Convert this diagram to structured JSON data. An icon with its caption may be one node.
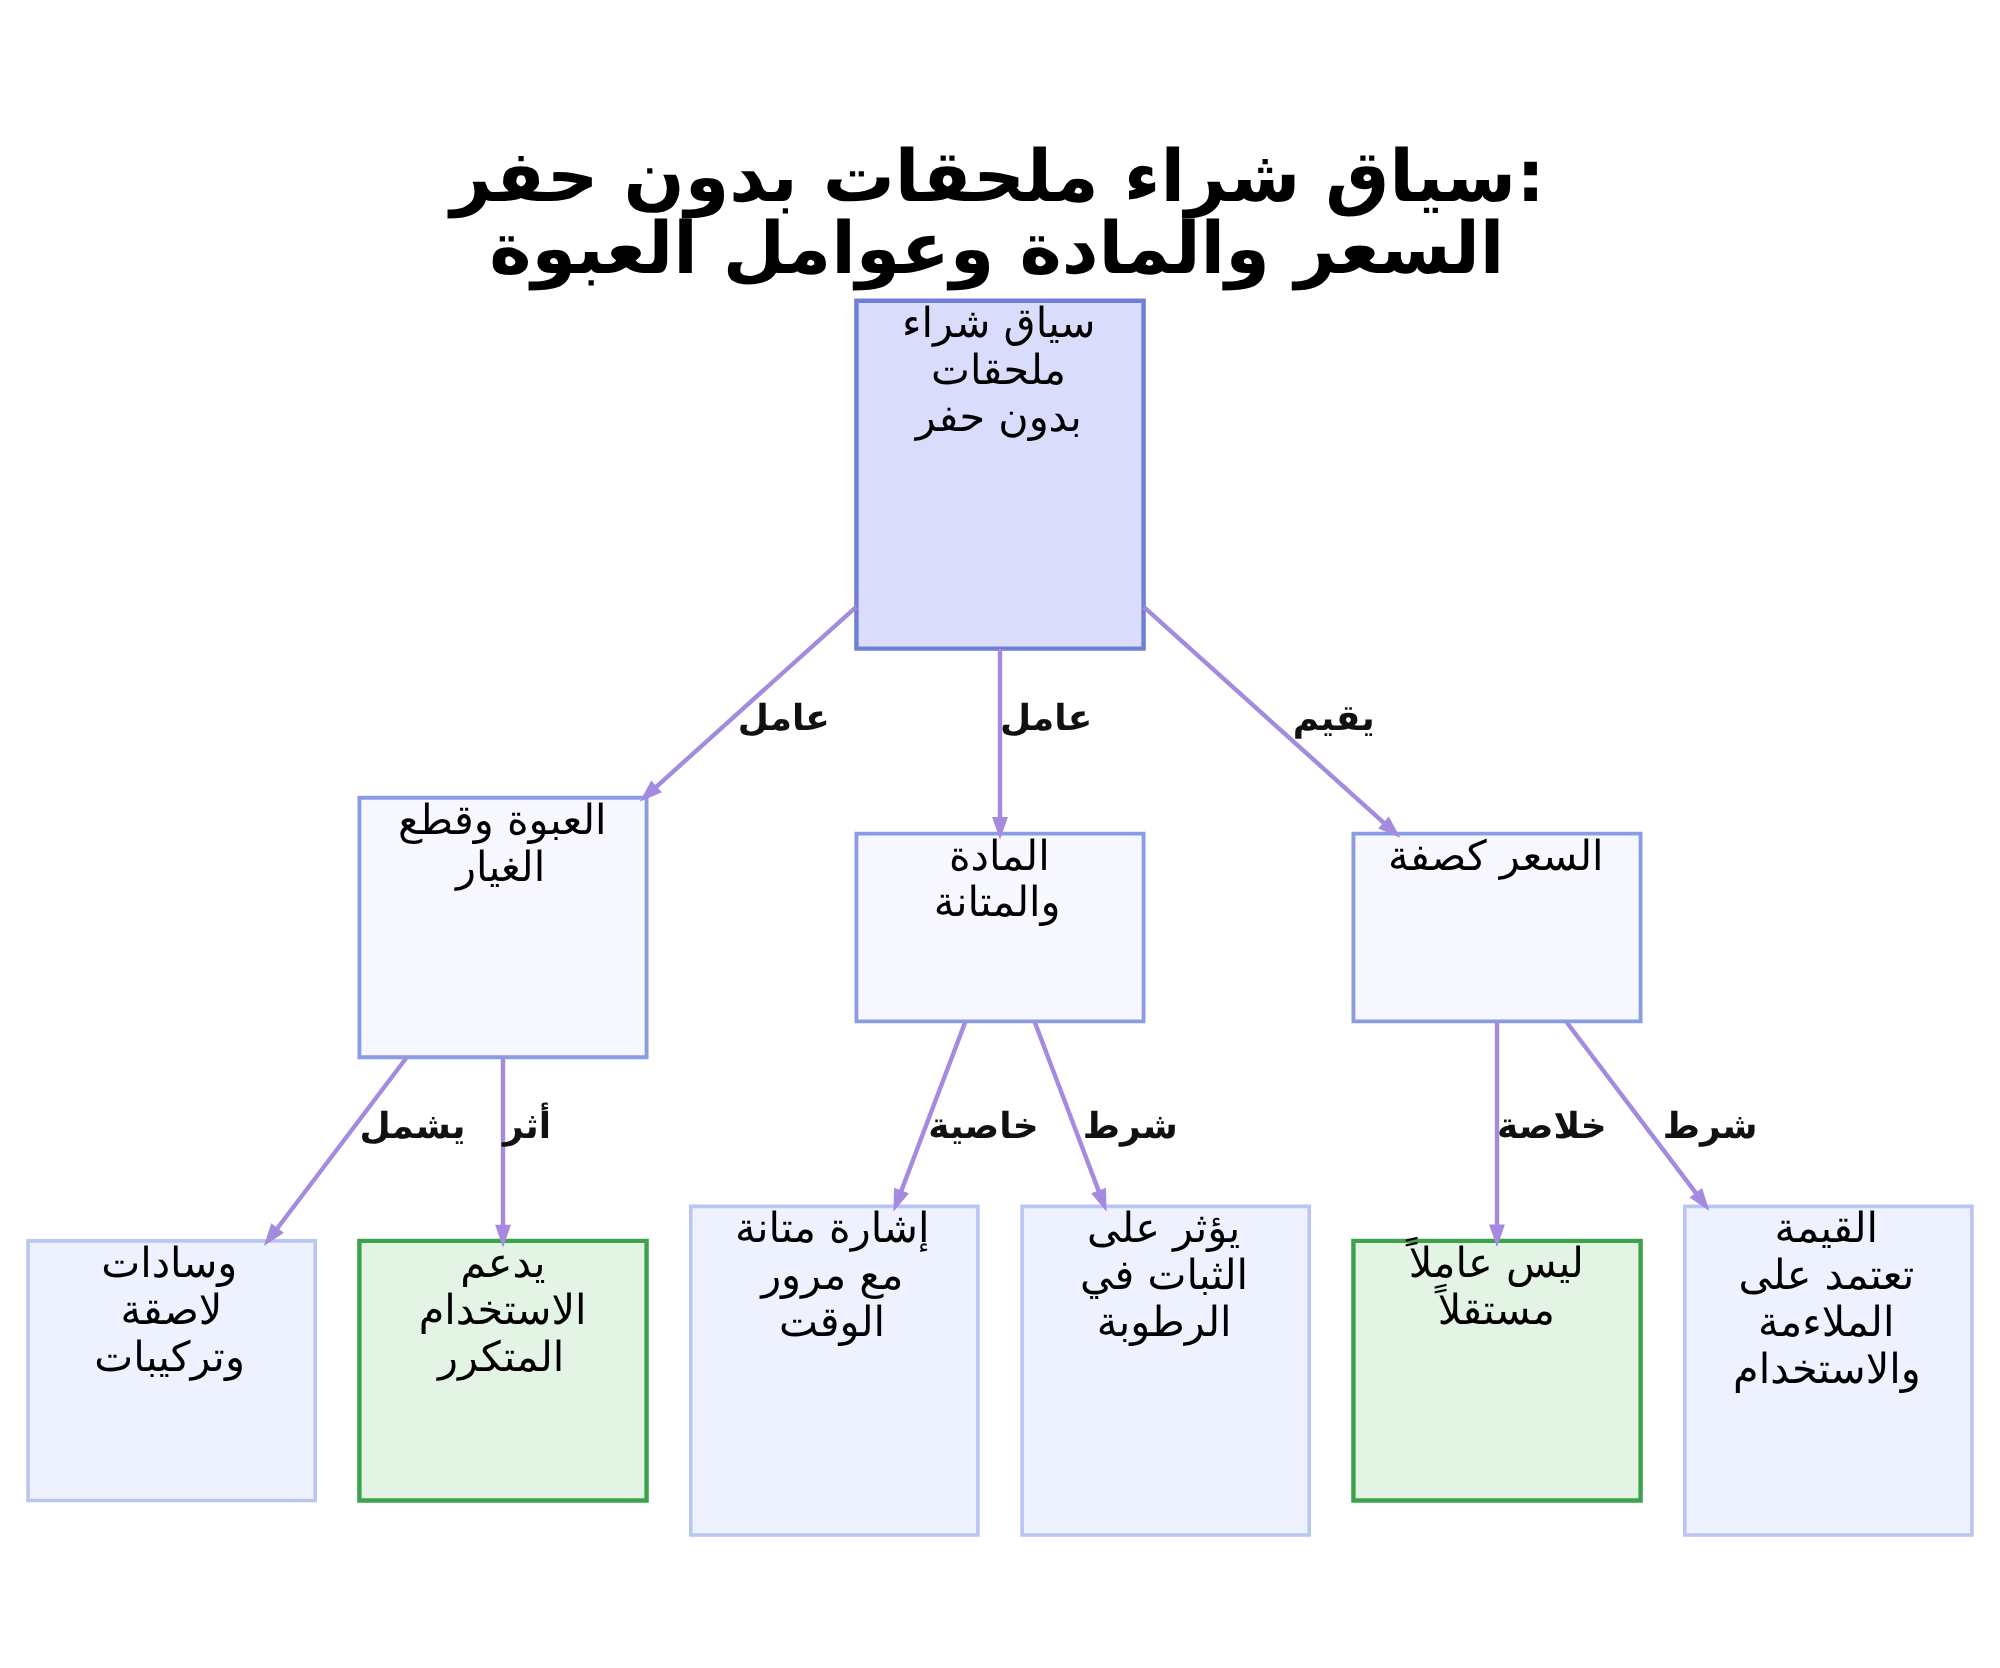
{
  "diagram": {
    "title": "سياق شراء ملحقات بدون حفر: السعر والمادة وعوامل العبوة",
    "nodes": [
      {
        "text": [
          "سياق شراء ملحقات بدون حفر"
        ]
      },
      {
        "text": [
          "السعر كصفة"
        ]
      },
      {
        "text": [
          "المادة والمتانة"
        ]
      },
      {
        "text": [
          "العبوة وقطع الغيار"
        ]
      },
      {
        "text": [
          "القيمة تعتمد على الملاءمة والاستخدام"
        ]
      },
      {
        "text": [
          "ليس عاملاً مستقلاً"
        ]
      },
      {
        "text": [
          "يؤثر على الثبات في الرطوبة"
        ]
      },
      {
        "text": [
          "إشارة متانة مع مرور الوقت"
        ]
      },
      {
        "text": [
          "يدعم الاستخدام المتكرر"
        ]
      },
      {
        "text": [
          "وسادات لاصقة وتركيبات"
        ]
      }
    ],
    "edges": [
      {
        "from": 0,
        "to": 3,
        "arrow": "to",
        "label": "عامل"
      },
      {
        "from": 0,
        "to": 2,
        "arrow": "to",
        "label": "عامل"
      },
      {
        "from": 0,
        "to": 1,
        "arrow": "to",
        "label": "يقيم"
      },
      {
        "from": 3,
        "to": 9,
        "arrow": "to",
        "label": "يشمل"
      },
      {
        "from": 3,
        "to": 8,
        "arrow": "to",
        "label": "أثر"
      },
      {
        "from": 2,
        "to": 7,
        "arrow": "to",
        "label": "خاصية"
      },
      {
        "from": 2,
        "to": 6,
        "arrow": "to",
        "label": "شرط"
      },
      {
        "from": 1,
        "to": 5,
        "arrow": "to",
        "label": "خلاصة"
      },
      {
        "from": 1,
        "to": 4,
        "arrow": "to",
        "label": "شرط"
      }
    ]
  }
}
